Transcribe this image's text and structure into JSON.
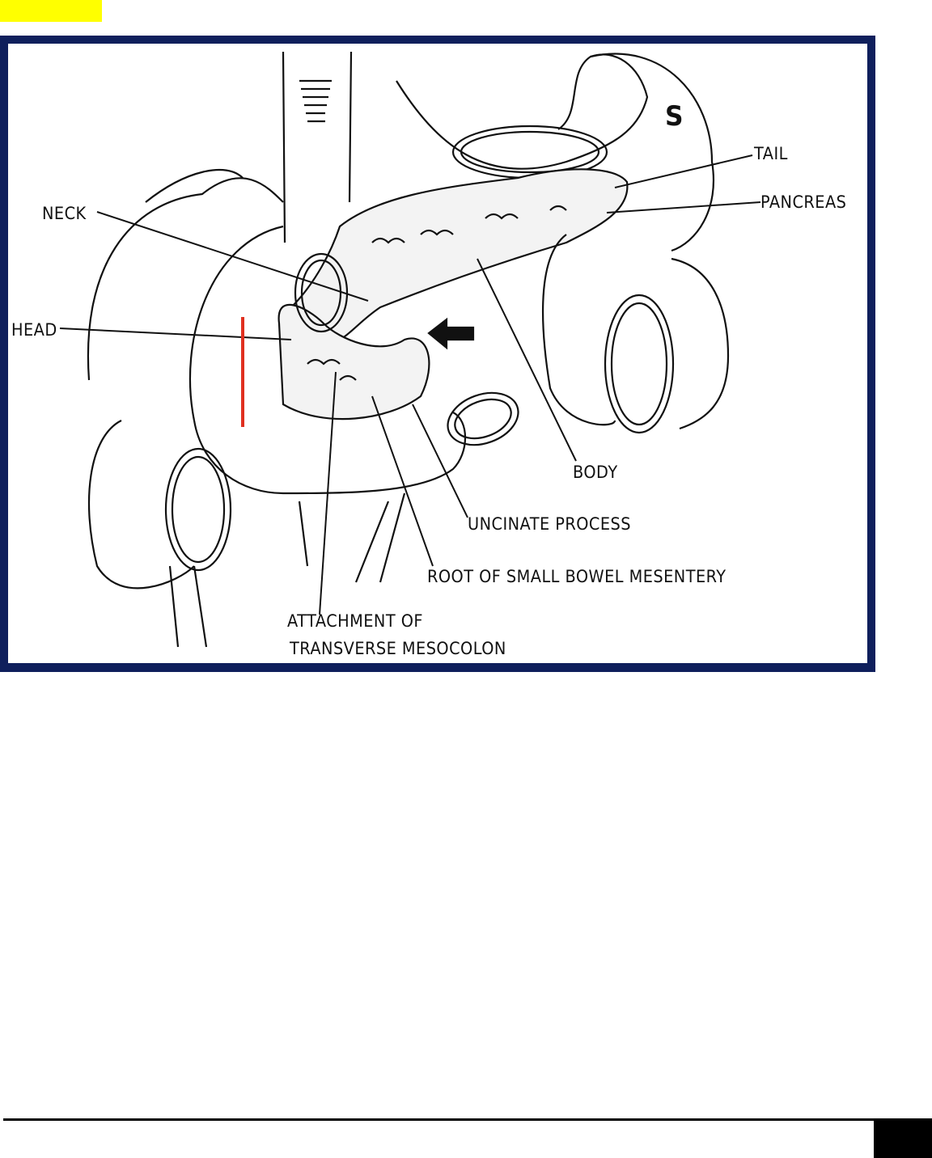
{
  "figure": {
    "stomach_label": "S",
    "labels": {
      "neck": "NECK",
      "head": "HEAD",
      "tail": "TAIL",
      "pancreas": "PANCREAS",
      "body": "BODY",
      "uncinate": "UNCINATE PROCESS",
      "root": "ROOT OF SMALL BOWEL MESENTERY",
      "attachment_1": "ATTACHMENT OF",
      "attachment_2": "TRANSVERSE MESOCOLON"
    },
    "colors": {
      "frame": "#0f1f5c",
      "highlight": "#ffff00",
      "marker": "#e03020"
    }
  }
}
